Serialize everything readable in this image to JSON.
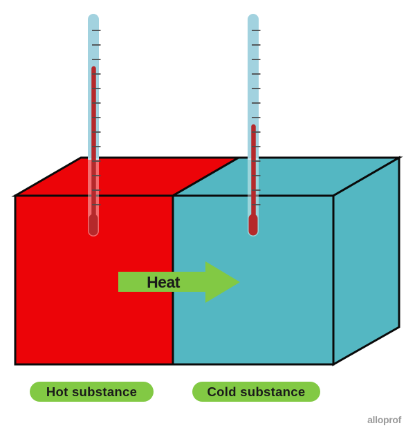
{
  "diagram": {
    "labels": {
      "heat_arrow": "Heat",
      "hot_box": "Hot substance",
      "cold_box": "Cold substance"
    },
    "watermark": "alloprof",
    "thermometers": {
      "hot": {
        "location": "hot substance box",
        "mercury_level": "high"
      },
      "cold": {
        "location": "cold substance box",
        "mercury_level": "low"
      }
    },
    "colors": {
      "hot": "#EC0408",
      "cold": "#54B7C2",
      "accent_green": "#82C944",
      "outline": "#0A0A0A",
      "thermometer_tube": "#A2D2DF",
      "mercury": "#B5292B",
      "tick": "#4D4D4D",
      "label_text": "#1A1A1A",
      "watermark_gray": "#9A9A9A"
    }
  }
}
